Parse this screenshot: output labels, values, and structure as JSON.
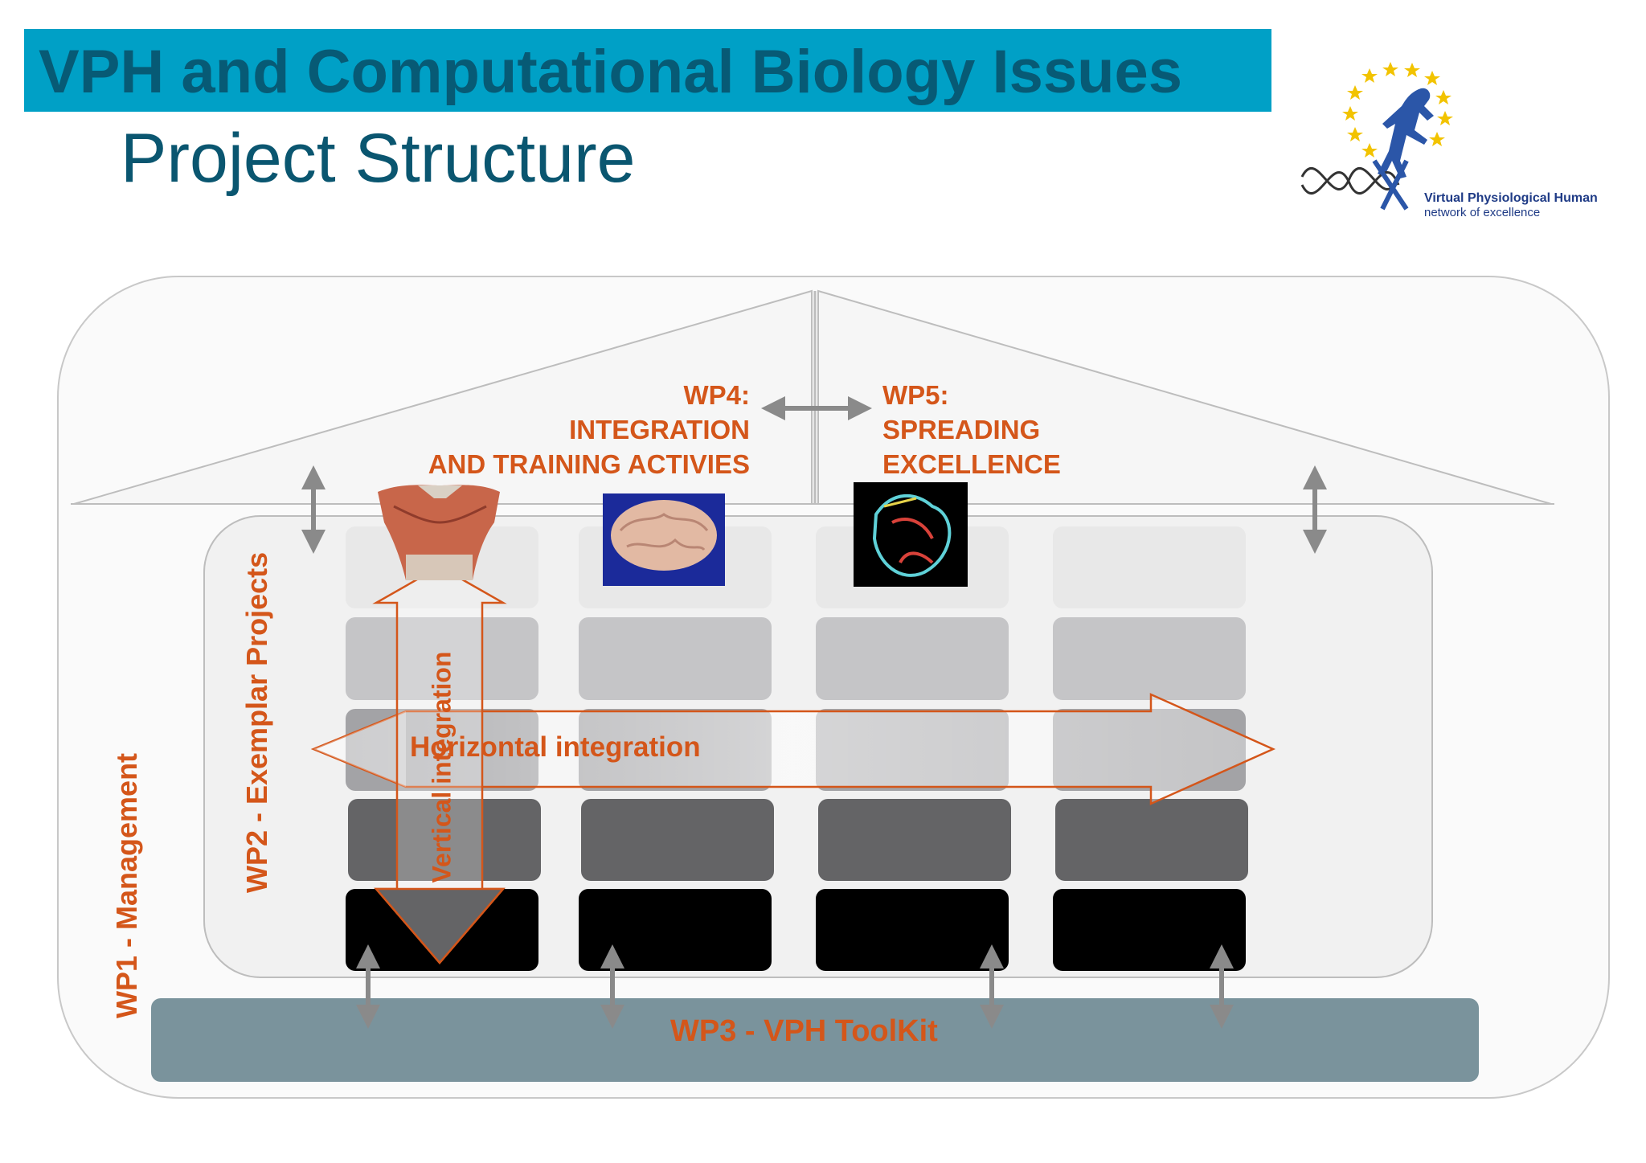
{
  "header": {
    "title": "VPH and Computational Biology Issues",
    "subtitle": "Project Structure"
  },
  "logo": {
    "name": "Virtual Physiological Human",
    "tagline": "network of excellence",
    "icon": "vph-runner-stars-logo"
  },
  "diagram": {
    "wp4": {
      "line1": "WP4:",
      "line2": "INTEGRATION",
      "line3": "AND TRAINING ACTIVIES"
    },
    "wp5": {
      "line1": "WP5:",
      "line2": "SPREADING",
      "line3": "EXCELLENCE"
    },
    "wp1_label": "WP1 - Management",
    "wp2_label": "WP2 - Exemplar Projects",
    "wp3_label": "WP3 - VPH ToolKit",
    "horizontal_label": "Horizontal integration",
    "vertical_label": "Vertical integration",
    "images": [
      "muscle-torso-image",
      "brain-image",
      "heart-image"
    ]
  },
  "colors": {
    "title_bar": "#00a0c6",
    "title_text": "#075a75",
    "label_orange": "#d4561a",
    "toolkit_bar": "#7a939c"
  }
}
